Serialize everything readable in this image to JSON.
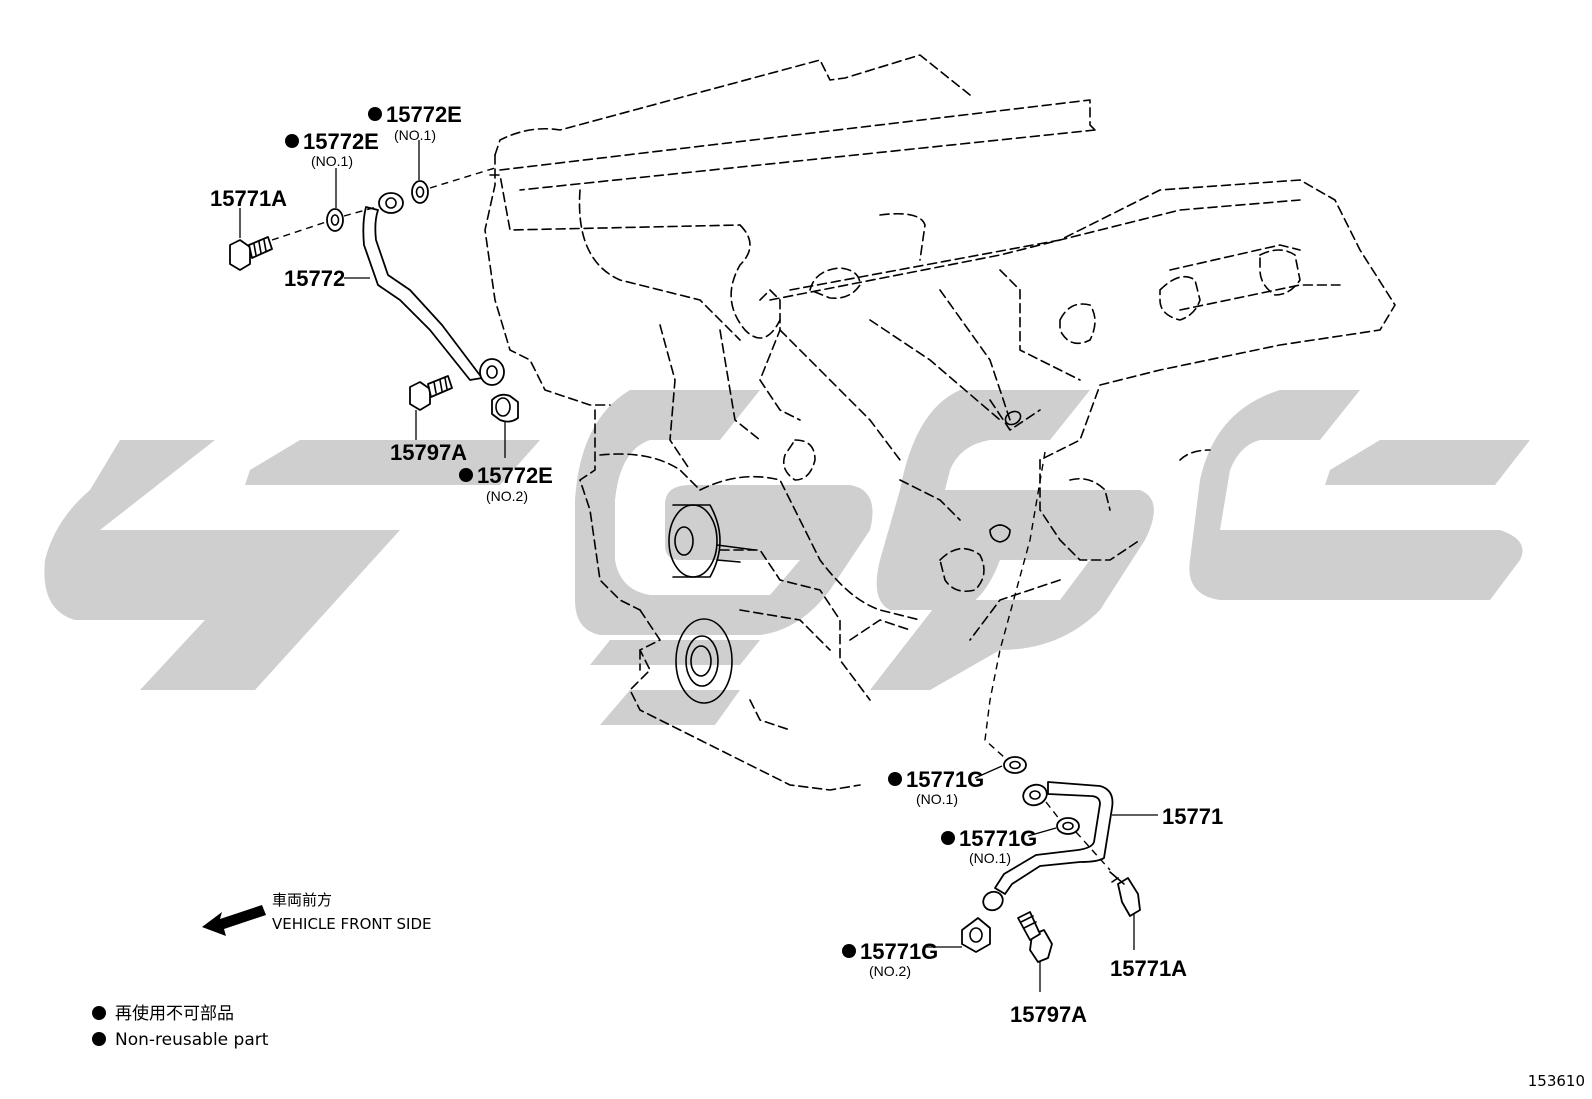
{
  "diagram_id": "153610",
  "direction": {
    "label_jp": "車両前方",
    "label_en": "VEHICLE FRONT SIDE"
  },
  "legend": {
    "jp": "再使用不可部品",
    "en": "Non-reusable part"
  },
  "callouts": {
    "upper_15772E_a": {
      "part": "15772E",
      "sub": "(NO.1)"
    },
    "upper_15772E_b": {
      "part": "15772E",
      "sub": "(NO.1)"
    },
    "upper_15771A": {
      "part": "15771A"
    },
    "upper_15772": {
      "part": "15772"
    },
    "upper_15797A": {
      "part": "15797A"
    },
    "upper_15772E_c": {
      "part": "15772E",
      "sub": "(NO.2)"
    },
    "lower_15771G_a": {
      "part": "15771G",
      "sub": "(NO.1)"
    },
    "lower_15771": {
      "part": "15771"
    },
    "lower_15771G_b": {
      "part": "15771G",
      "sub": "(NO.1)"
    },
    "lower_15771G_c": {
      "part": "15771G",
      "sub": "(NO.2)"
    },
    "lower_15771A": {
      "part": "15771A"
    },
    "lower_15797A": {
      "part": "15797A"
    }
  },
  "colors": {
    "line": "#000000",
    "watermark": "#cfcfcf",
    "background": "#ffffff"
  }
}
